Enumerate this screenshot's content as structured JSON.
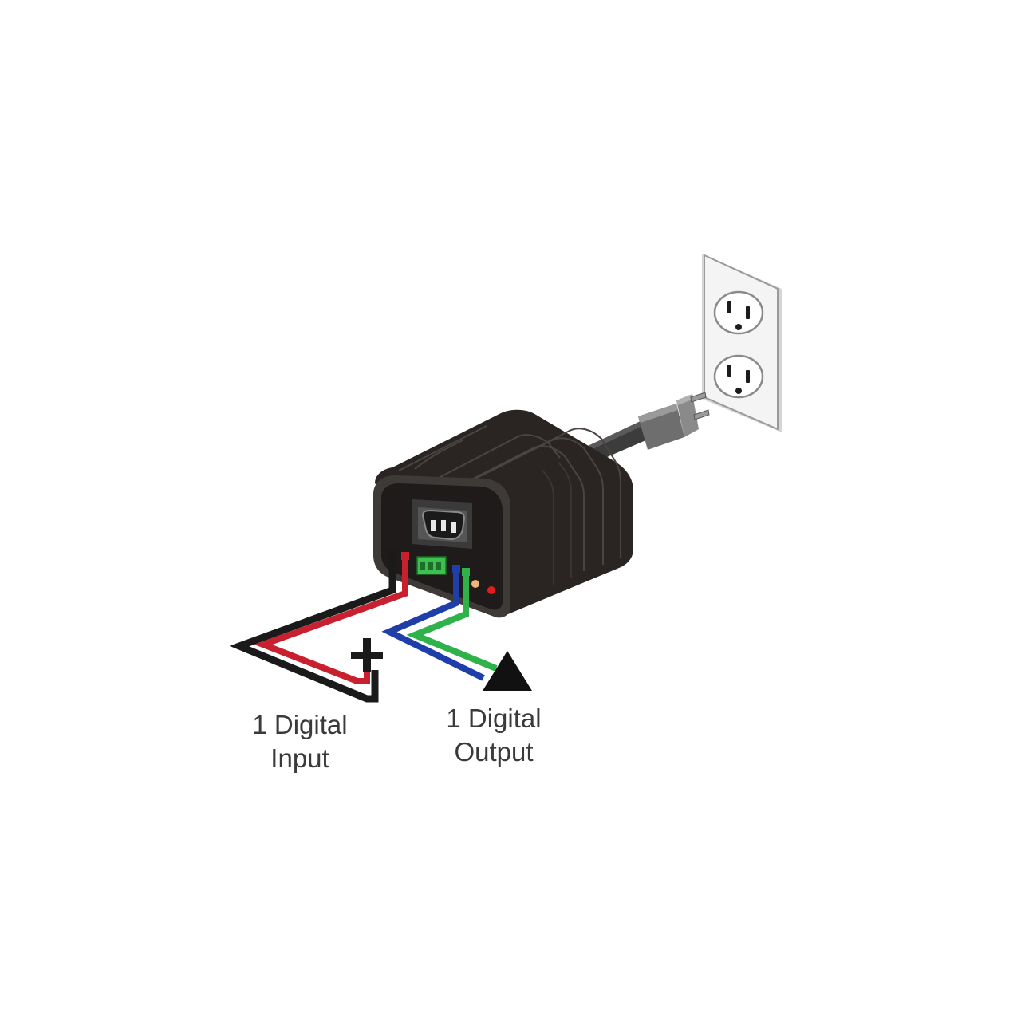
{
  "labels": {
    "input_line1": "1 Digital",
    "input_line2": "Input",
    "output_line1": "1 Digital",
    "output_line2": "Output"
  },
  "colors": {
    "background": "#ffffff",
    "device_body": "#2a2523",
    "device_face": "#1f1b1a",
    "cord": "#3c3c3c",
    "plug": "#7a7a7a",
    "wall_plate": "#f4f4f4",
    "wire_black": "#1a1a1a",
    "wire_red": "#c8202f",
    "wire_blue": "#1f3ea8",
    "wire_green": "#2fb24a",
    "terminal_green": "#3fbf4f",
    "led_red": "#e01e1e",
    "led_orange": "#f0b27a",
    "label_text": "#3a3a3a"
  },
  "icons": {
    "input_symbol": "ground-plus-icon",
    "output_symbol": "triangle-output-icon"
  }
}
